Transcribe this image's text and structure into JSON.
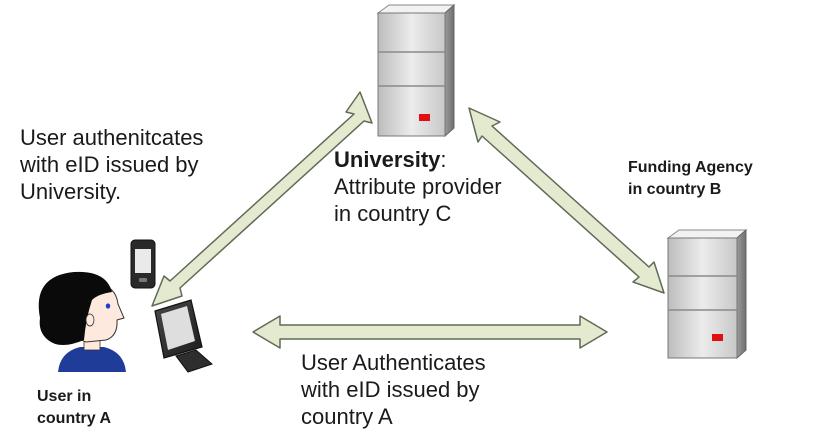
{
  "labels": {
    "user_auth_university": [
      "User authenitcates",
      "with eID issued by",
      "University."
    ],
    "university_name": "University",
    "university_colon": ":",
    "university_desc": [
      "Attribute provider",
      "in country C"
    ],
    "funding_agency": [
      "Funding Agency",
      "in country B"
    ],
    "user_in_country": [
      "User in",
      "country A"
    ],
    "user_auth_country": [
      "User Authenticates",
      "with eID issued by",
      "country A"
    ]
  },
  "colors": {
    "arrow_fill": "#e3ead0",
    "arrow_stroke": "#5f6b55",
    "server_light": "#e6e6e6",
    "server_dark": "#a8a8a8",
    "server_led": "#e01010",
    "hair": "#0a0a0a",
    "skin": "#fde9de",
    "shirt": "#1f3c98"
  },
  "icons": [
    "server-icon",
    "server-icon",
    "person-icon",
    "phone-icon",
    "monitor-icon"
  ]
}
